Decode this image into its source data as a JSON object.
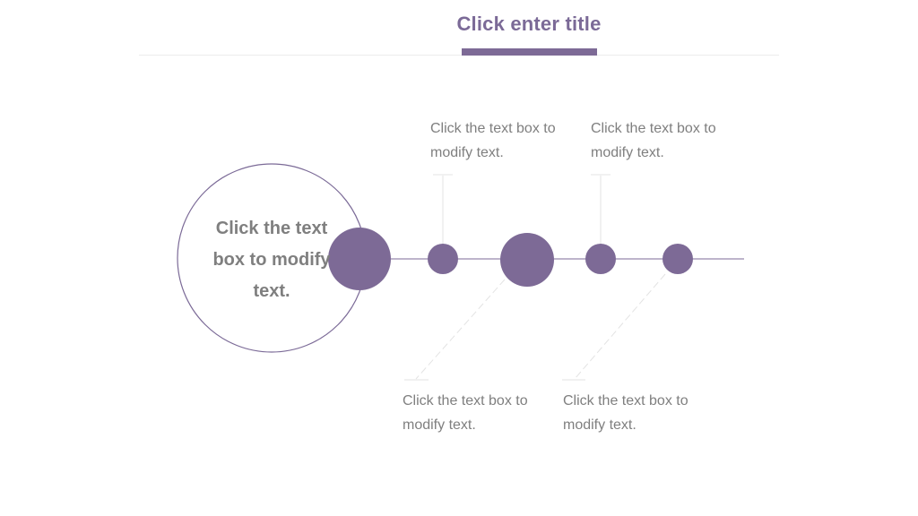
{
  "header": {
    "title": "Click enter title"
  },
  "diagram": {
    "main_label": "Click the text box to modify text.",
    "notes": [
      "Click the text box to modify text.",
      "Click the text box to modify text.",
      "Click the text box to modify text.",
      "Click the text box to modify text."
    ]
  },
  "colors": {
    "accent": "#7d6a96",
    "text_gray": "#7f7f7f",
    "rule_gray": "#ececec"
  }
}
